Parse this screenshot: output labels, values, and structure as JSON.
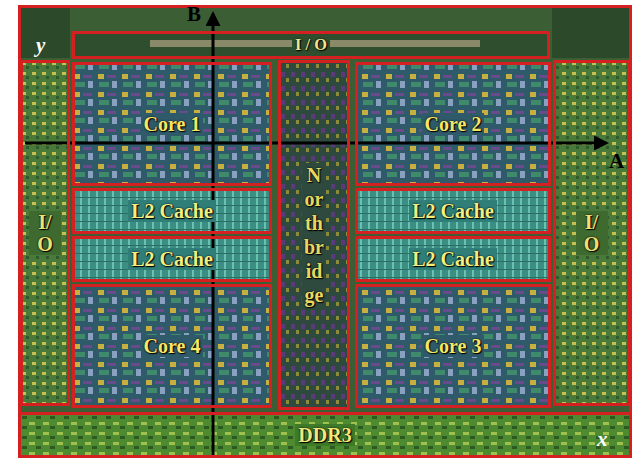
{
  "diagram": {
    "nodes": [
      {
        "text": [
          "I / O"
        ]
      },
      {
        "text": [
          "Core 1"
        ]
      },
      {
        "text": [
          "Northbridge"
        ]
      },
      {
        "text": [
          "Core 2"
        ]
      },
      {
        "text": [
          "I/ O"
        ]
      },
      {
        "text": [
          "L2 Cache"
        ]
      },
      {
        "text": [
          "L2 Cache"
        ]
      },
      {
        "text": [
          "I/ O"
        ]
      },
      {
        "text": [
          "L2 Cache"
        ]
      },
      {
        "text": [
          "L2 Cache"
        ]
      },
      {
        "text": [
          "Core 4"
        ]
      },
      {
        "text": [
          "Core 3"
        ]
      },
      {
        "text": [
          "DDR3"
        ]
      }
    ],
    "labels": [
      "B",
      "y",
      "A",
      "x"
    ]
  }
}
